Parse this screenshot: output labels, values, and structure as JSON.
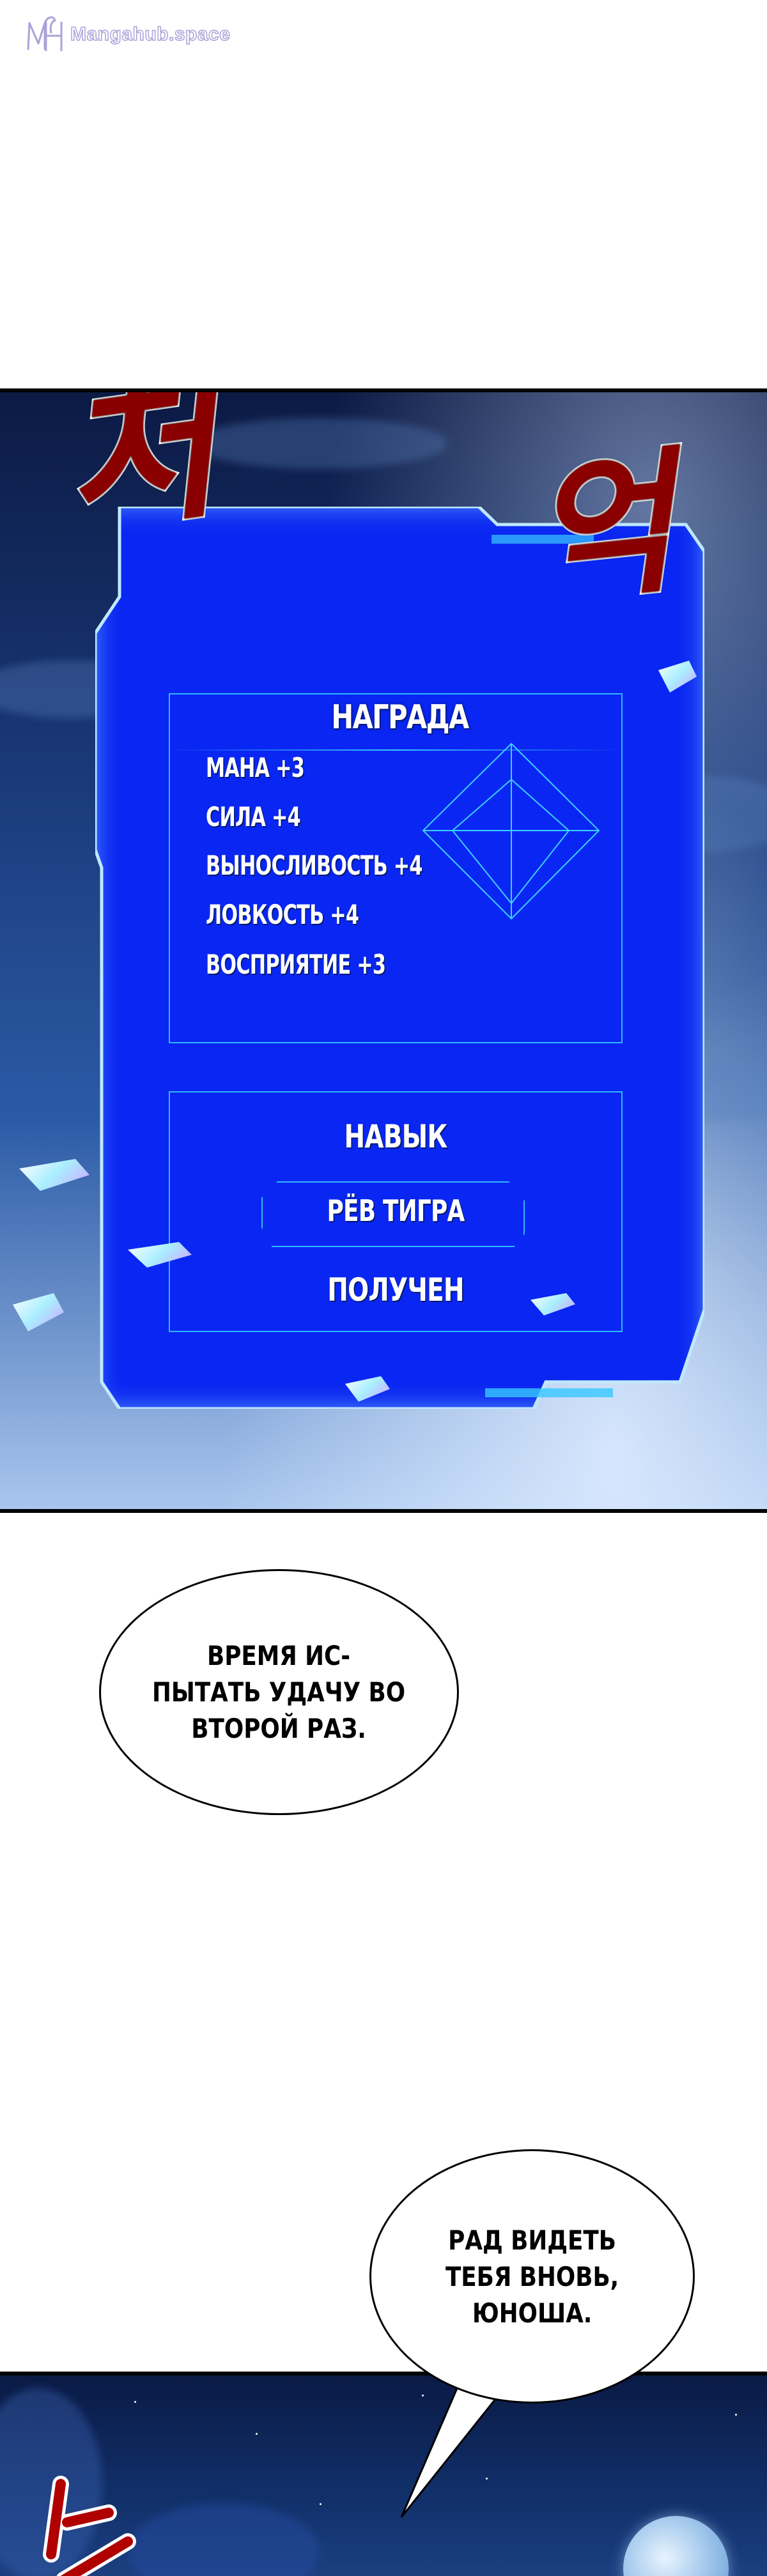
{
  "watermark": {
    "text": "Mangahub.space"
  },
  "reward_panel": {
    "title": "НАГРАДА",
    "stats": [
      "МАНА +3",
      "СИЛА +4",
      "ВЫНОСЛИВОСТЬ +4",
      "ЛОВКОСТЬ +4",
      "ВОСПРИЯТИЕ +3"
    ],
    "skill_heading": "НАВЫК",
    "skill_name": "РЁВ ТИГРА",
    "skill_status": "ПОЛУЧЕН",
    "accent_color": "#0a26f2",
    "line_color": "#2fb8ff"
  },
  "sfx": {
    "left": "처",
    "right": "억"
  },
  "bubbles": {
    "first": [
      "ВРЕМЯ ИС-",
      "ПЫТАТЬ УДАЧУ ВО",
      "ВТОРОЙ РАЗ."
    ],
    "second": [
      "РАД ВИДЕТЬ",
      "ТЕБЯ ВНОВЬ,",
      "ЮНОША."
    ]
  }
}
